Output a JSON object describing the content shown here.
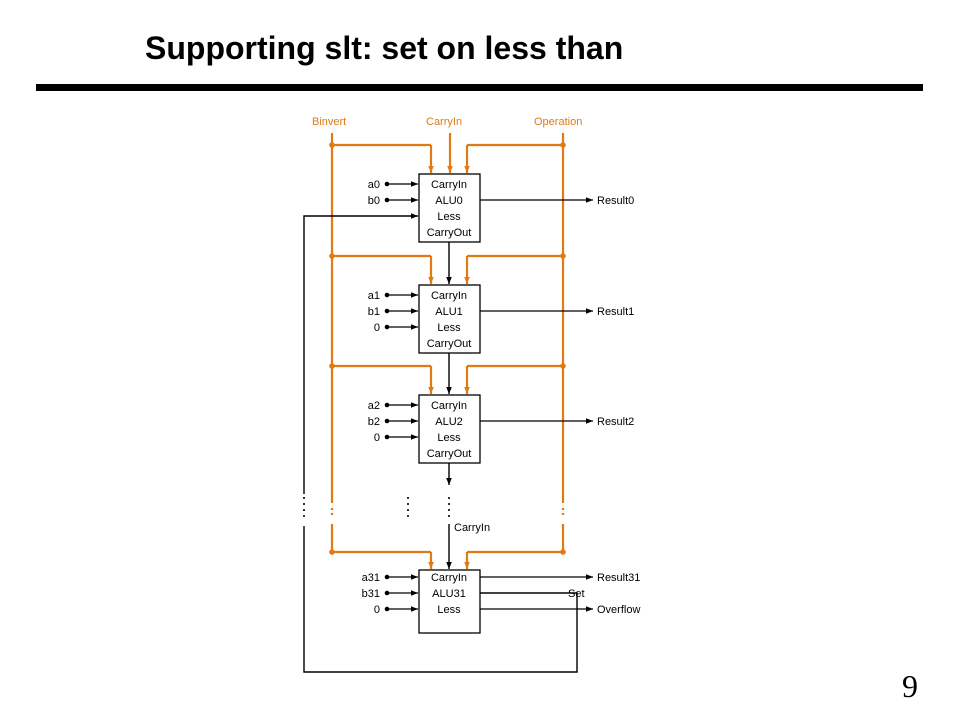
{
  "title": "Supporting slt: set on less than",
  "page_number": "9",
  "colors": {
    "control": "#E07A12",
    "wire": "#000000",
    "background": "#FFFFFF"
  },
  "control_signals": {
    "binvert": "Binvert",
    "carryin": "CarryIn",
    "operation": "Operation"
  },
  "alus": [
    {
      "name": "ALU0",
      "ports": [
        "CarryIn",
        "ALU0",
        "Less",
        "CarryOut"
      ],
      "a": "a0",
      "b": "b0",
      "less_in": "",
      "result": "Result0"
    },
    {
      "name": "ALU1",
      "ports": [
        "CarryIn",
        "ALU1",
        "Less",
        "CarryOut"
      ],
      "a": "a1",
      "b": "b1",
      "less_in": "0",
      "result": "Result1"
    },
    {
      "name": "ALU2",
      "ports": [
        "CarryIn",
        "ALU2",
        "Less",
        "CarryOut"
      ],
      "a": "a2",
      "b": "b2",
      "less_in": "0",
      "result": "Result2"
    },
    {
      "name": "ALU31",
      "ports": [
        "CarryIn",
        "ALU31",
        "Less"
      ],
      "a": "a31",
      "b": "b31",
      "less_in": "0",
      "result": "Result31",
      "set": "Set",
      "overflow": "Overflow"
    }
  ],
  "gap_carry_label": "CarryIn"
}
